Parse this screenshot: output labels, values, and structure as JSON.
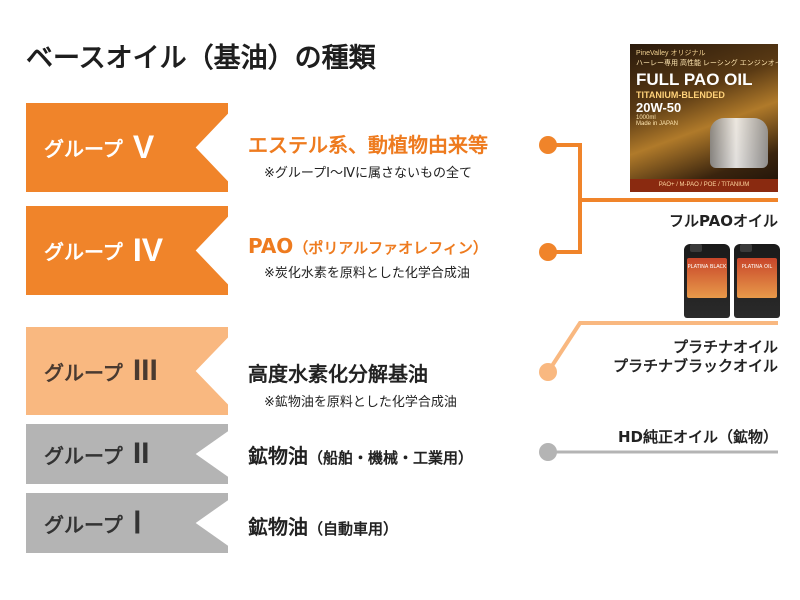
{
  "title": "ベースオイル（基油）の種類",
  "groups": [
    {
      "kana": "グループ",
      "num": "V",
      "main": "エステル系、動植物由来等",
      "paren": "",
      "note": "※グループⅠ～Ⅳに属さないもの全て"
    },
    {
      "kana": "グループ",
      "num": "IV",
      "main": "PAO",
      "paren": "（ポリアルファオレフィン）",
      "note": "※炭化水素を原料とした化学合成油"
    },
    {
      "kana": "グループ",
      "num": "III",
      "main": "高度水素化分解基油",
      "paren": "",
      "note": "※鉱物油を原料とした化学合成油"
    },
    {
      "kana": "グループ",
      "num": "II",
      "main": "鉱物油",
      "paren": "（船舶・機械・工業用）",
      "note": ""
    },
    {
      "kana": "グループ",
      "num": "Ⅰ",
      "main": "鉱物油",
      "paren": "（自動車用）",
      "note": ""
    }
  ],
  "products": {
    "full_pao": "フルPAOオイル",
    "platina_1": "プラチナオイル",
    "platina_2": "プラチナブラックオイル",
    "hd": "HD純正オイル（鉱物）"
  },
  "product_image": {
    "brand": "PineValley オリジナル",
    "sub": "ハーレー専用 高性能 レーシング エンジンオイル",
    "title": "FULL PAO OIL",
    "titanium": "TITANIUM-BLENDED",
    "viscosity": "20W-50",
    "volume": "1000ml",
    "made": "Made in JAPAN",
    "footer": "PAO+ / M-PAO / POE / TITANIUM"
  },
  "bottles": [
    "PLATINA BLACK",
    "PLATINA OIL"
  ],
  "colors": {
    "orange": "#f0842a",
    "light_orange": "#f9b880",
    "gray": "#b4b4b4",
    "text_orange": "#ee7b1f"
  }
}
